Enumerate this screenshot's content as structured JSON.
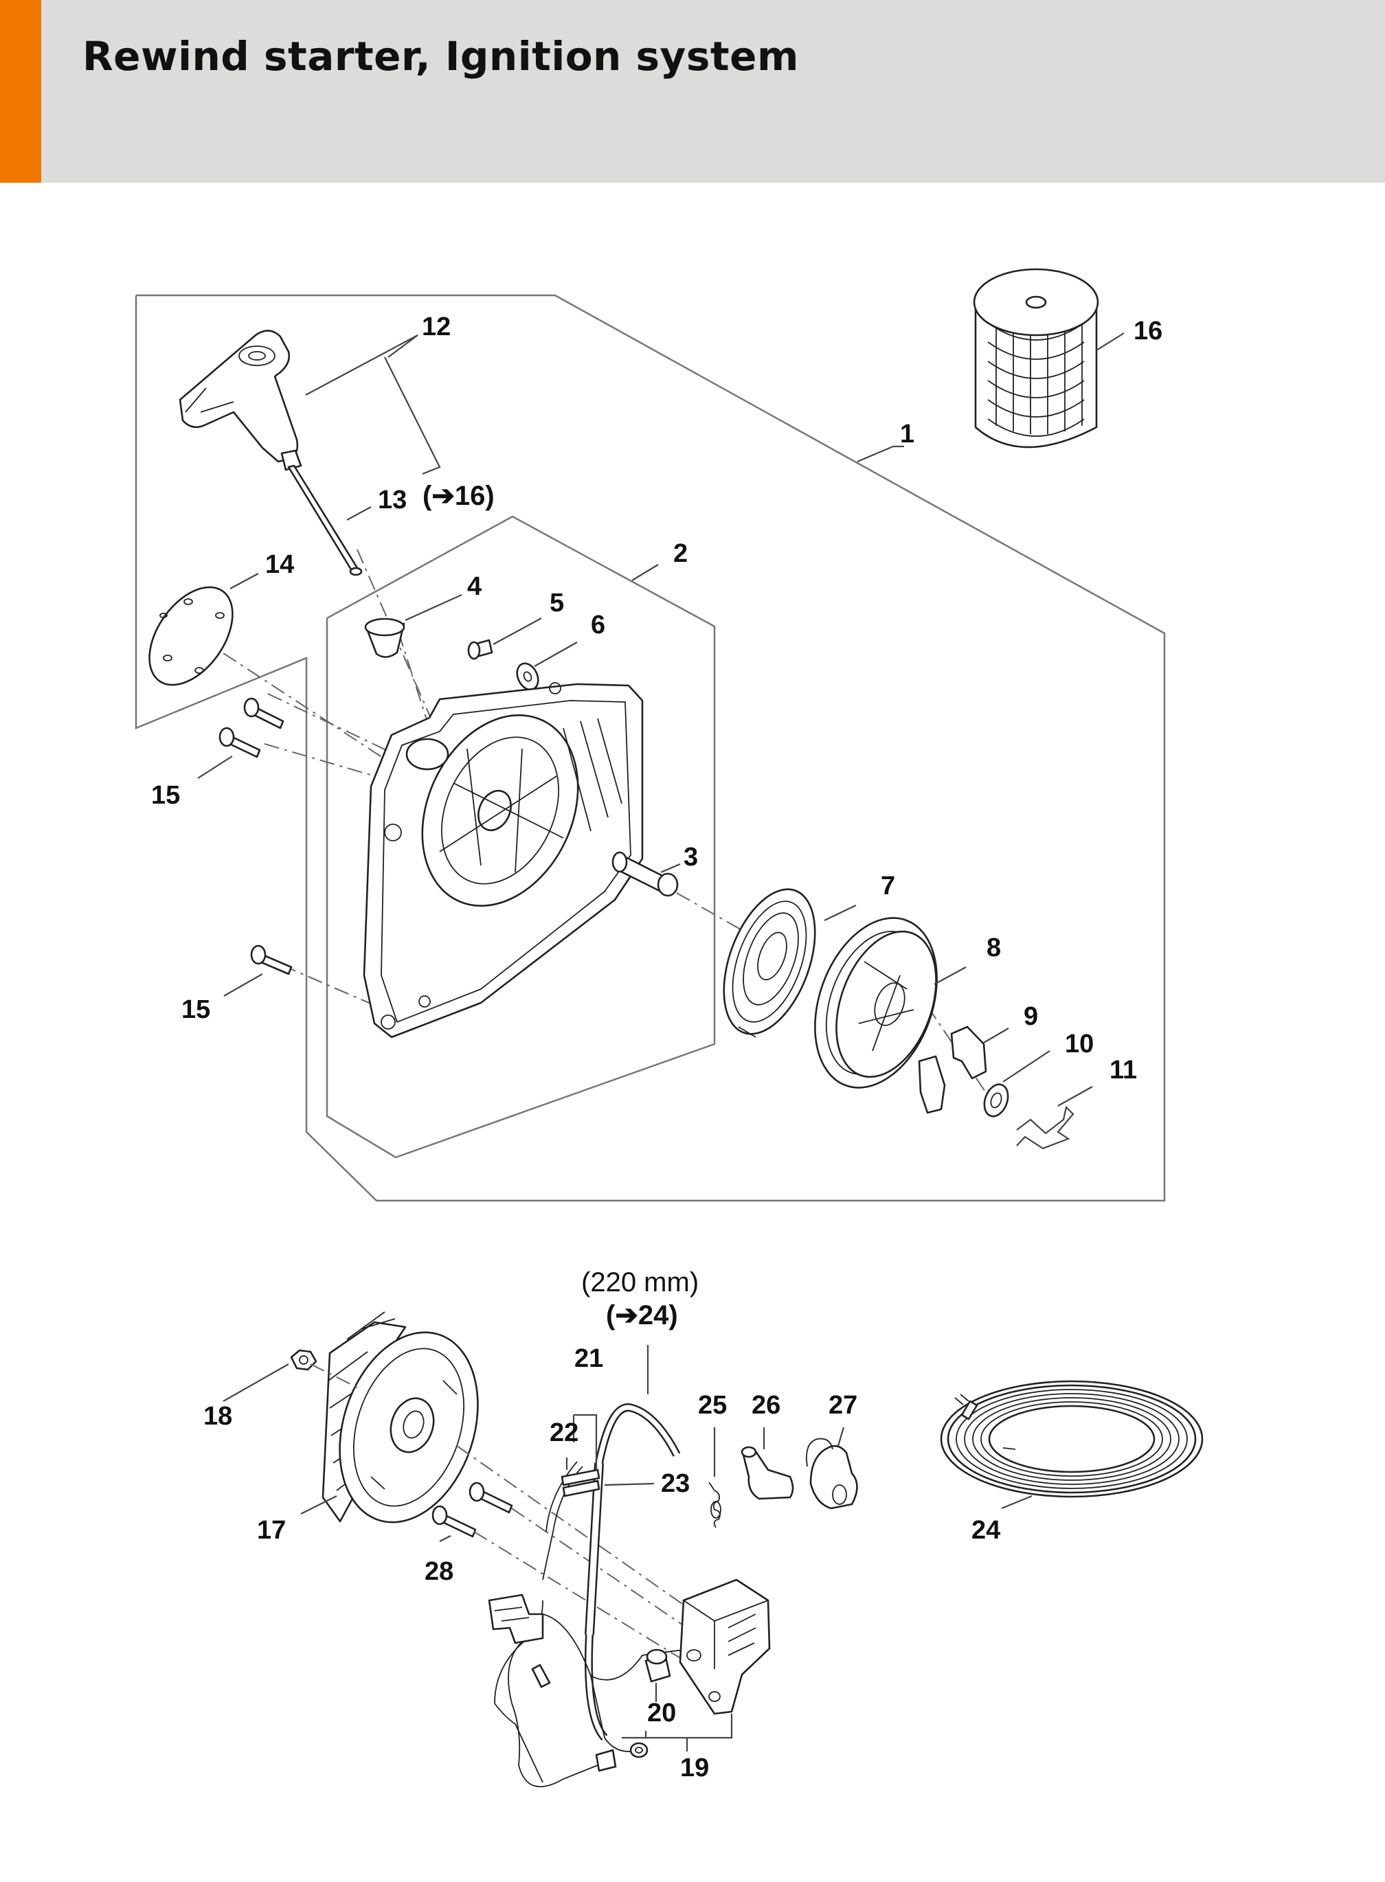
{
  "page": {
    "title": "Rewind starter, Ignition system",
    "accent_color": "#f07800",
    "header_bg": "#dcdcdb"
  },
  "callouts": {
    "c1": "1",
    "c2": "2",
    "c3": "3",
    "c4": "4",
    "c5": "5",
    "c6": "6",
    "c7": "7",
    "c8": "8",
    "c9": "9",
    "c10": "10",
    "c11": "11",
    "c12": "12",
    "c13": "13",
    "c14": "14",
    "c15a": "15",
    "c15b": "15",
    "c16": "16",
    "c17": "17",
    "c18": "18",
    "c19": "19",
    "c20": "20",
    "c21": "21",
    "c22": "22",
    "c23": "23",
    "c24": "24",
    "c25": "25",
    "c26": "26",
    "c27": "27",
    "c28": "28"
  },
  "notes": {
    "ref_16": "(➔16)",
    "length": "(220 mm)",
    "ref_24": "(➔24)"
  },
  "icons": {
    "ref_arrow": "heavy-right-arrow"
  }
}
